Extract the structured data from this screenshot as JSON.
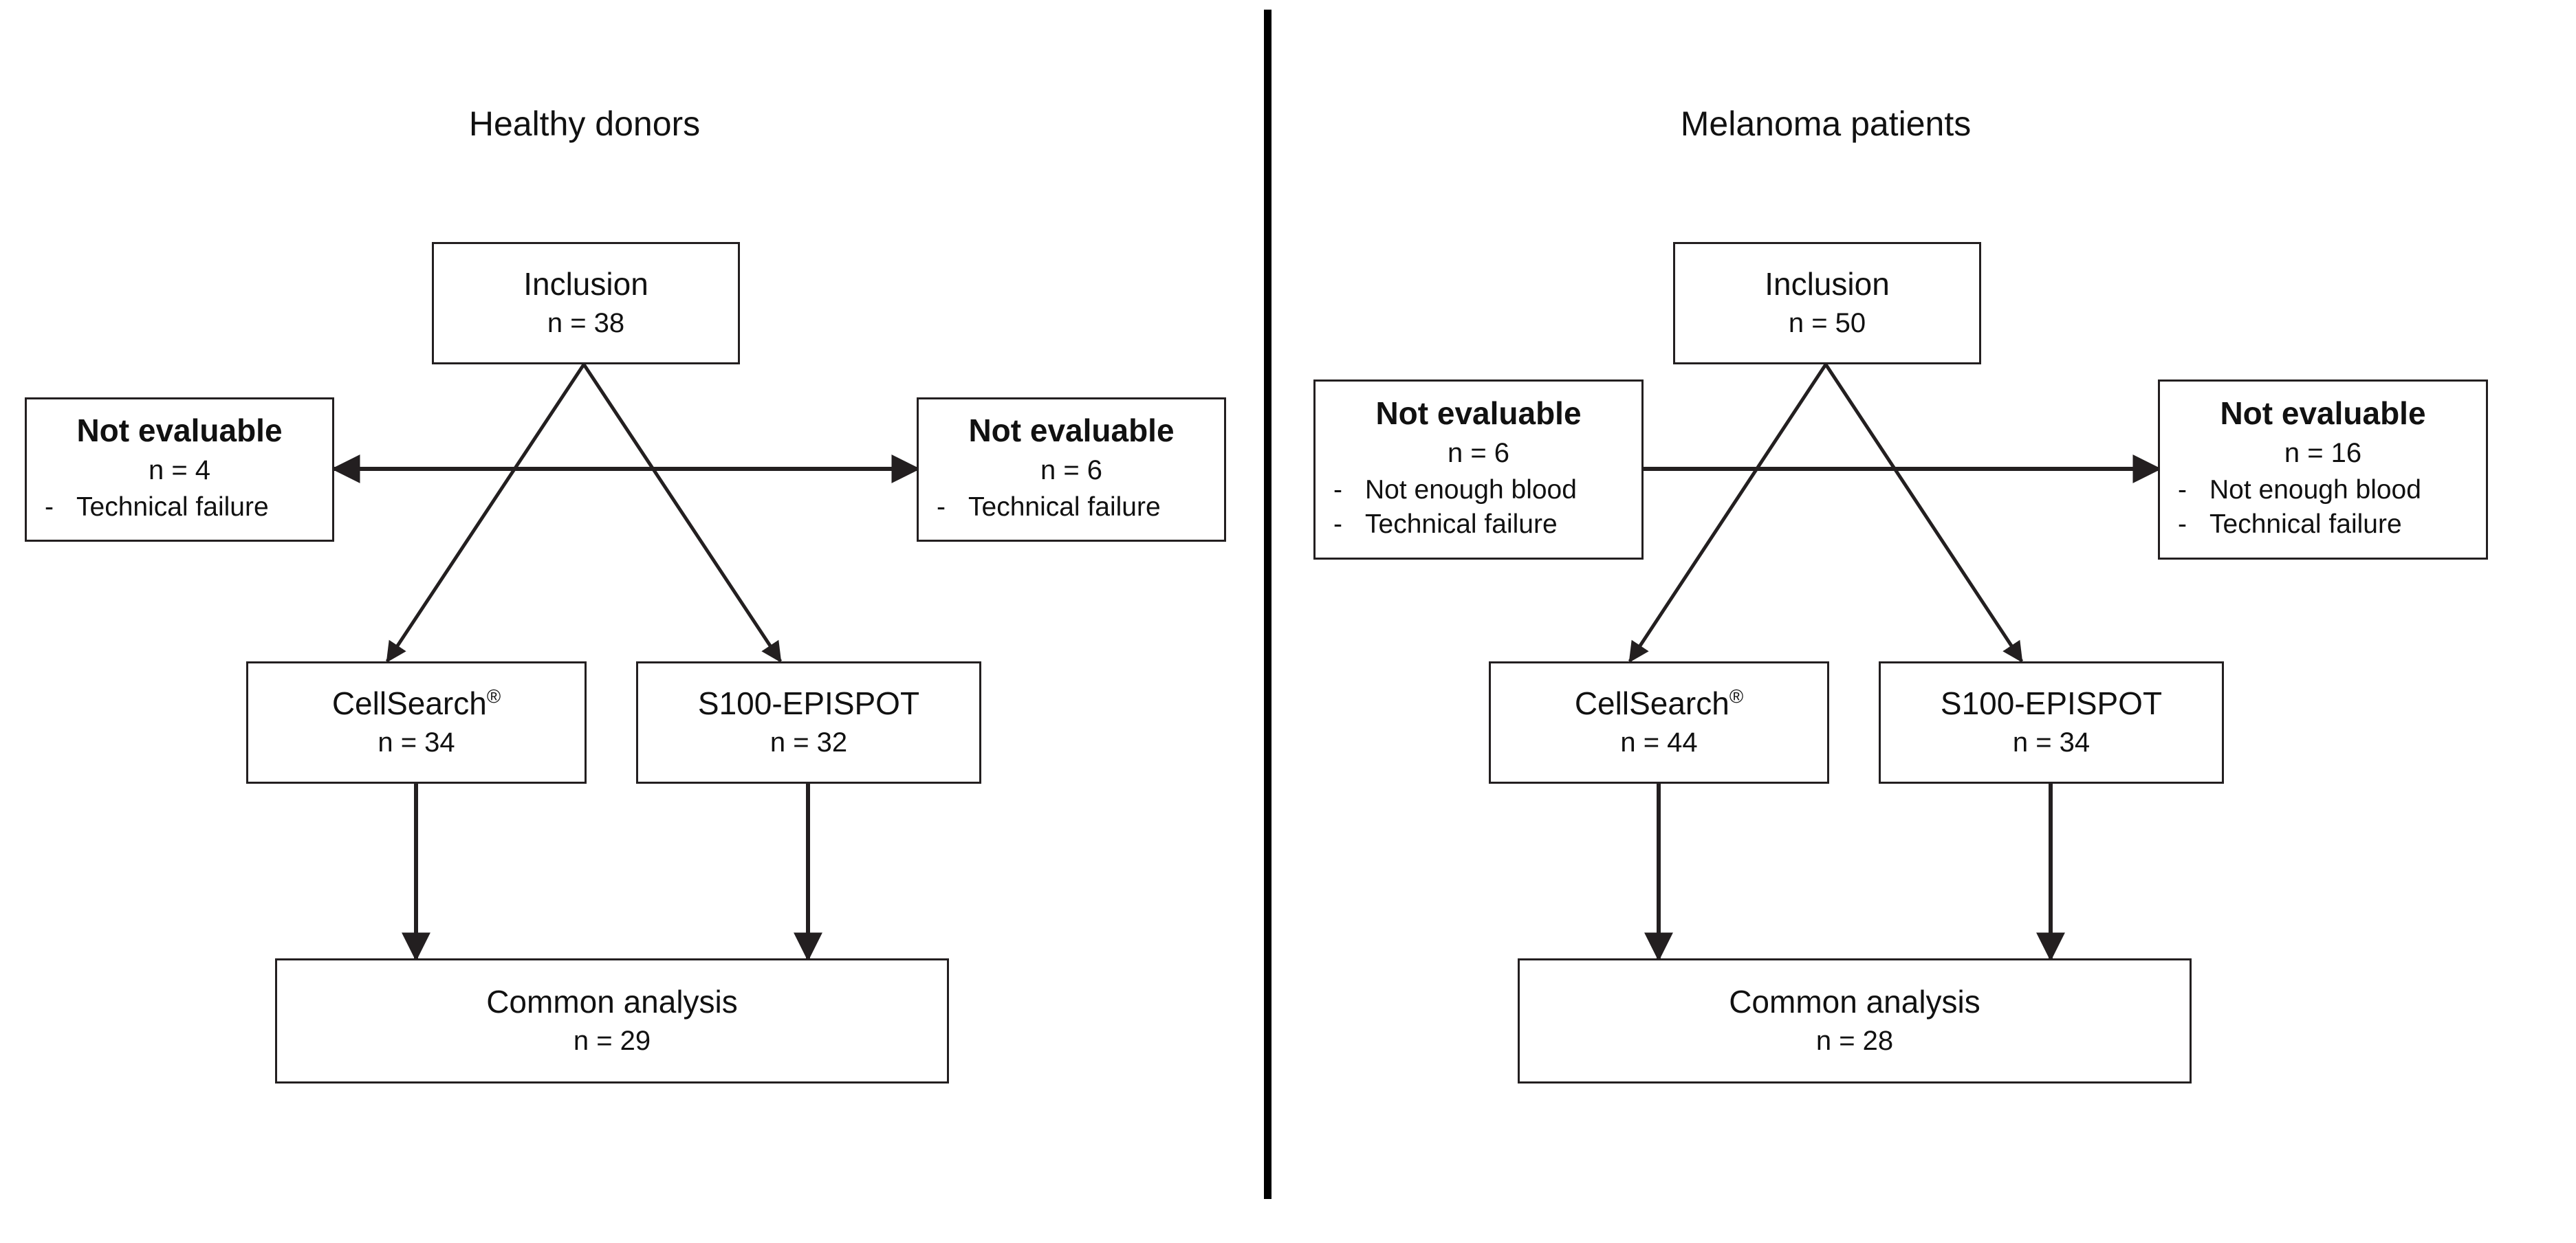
{
  "figure": {
    "type": "flowchart",
    "background_color": "#ffffff",
    "line_color": "#231f20",
    "divider_color": "#000000",
    "divider": "vertical-rule"
  },
  "panels": [
    {
      "id": "healthy-donors",
      "title": "Healthy donors",
      "inclusion": {
        "label": "Inclusion",
        "n": "n = 38"
      },
      "not_evaluable_left": {
        "label": "Not evaluable",
        "n": "n = 4",
        "reasons": [
          "Technical failure"
        ]
      },
      "not_evaluable_right": {
        "label": "Not evaluable",
        "n": "n = 6",
        "reasons": [
          "Technical failure"
        ]
      },
      "method_left": {
        "label": "CellSearch",
        "superscript": "®",
        "n": "n = 34"
      },
      "method_right": {
        "label": "S100-EPISPOT",
        "superscript": "",
        "n": "n = 32"
      },
      "common": {
        "label": "Common analysis",
        "n": "n = 29"
      }
    },
    {
      "id": "melanoma-patients",
      "title": "Melanoma patients",
      "inclusion": {
        "label": "Inclusion",
        "n": "n = 50"
      },
      "not_evaluable_left": {
        "label": "Not evaluable",
        "n": "n = 6",
        "reasons": [
          "Not enough blood",
          "Technical failure"
        ]
      },
      "not_evaluable_right": {
        "label": "Not evaluable",
        "n": "n = 16",
        "reasons": [
          "Not enough blood",
          "Technical failure"
        ]
      },
      "method_left": {
        "label": "CellSearch",
        "superscript": "®",
        "n": "n = 44"
      },
      "method_right": {
        "label": "S100-EPISPOT",
        "superscript": "",
        "n": "n = 34"
      },
      "common": {
        "label": "Common analysis",
        "n": "n = 28"
      }
    }
  ],
  "bullet": {
    "dash": "-"
  }
}
